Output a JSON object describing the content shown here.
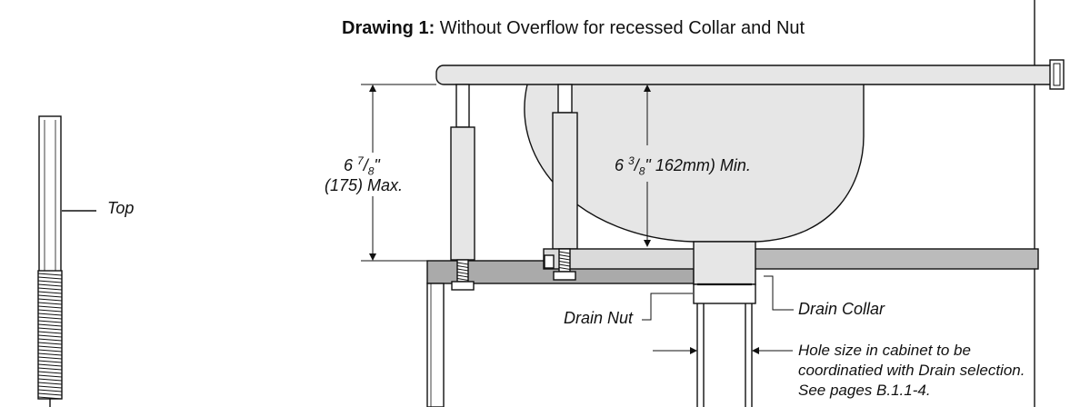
{
  "title": {
    "bold": "Drawing 1:",
    "rest": " Without Overflow for recessed Collar and Nut"
  },
  "labels": {
    "top": "Top",
    "max_whole": "6",
    "max_num": "7",
    "max_den": "8",
    "max_unit": "\"",
    "max_metric": "(175) Max.",
    "min_whole": "6",
    "min_num": "3",
    "min_den": "8",
    "min_rest": "\" 162mm) Min.",
    "drain_nut": "Drain Nut",
    "drain_collar": "Drain Collar",
    "hole_line1": "Hole size in cabinet to be",
    "hole_line2": "coordinatied with Drain selection.",
    "hole_line3": "See pages B.1.1-4."
  }
}
